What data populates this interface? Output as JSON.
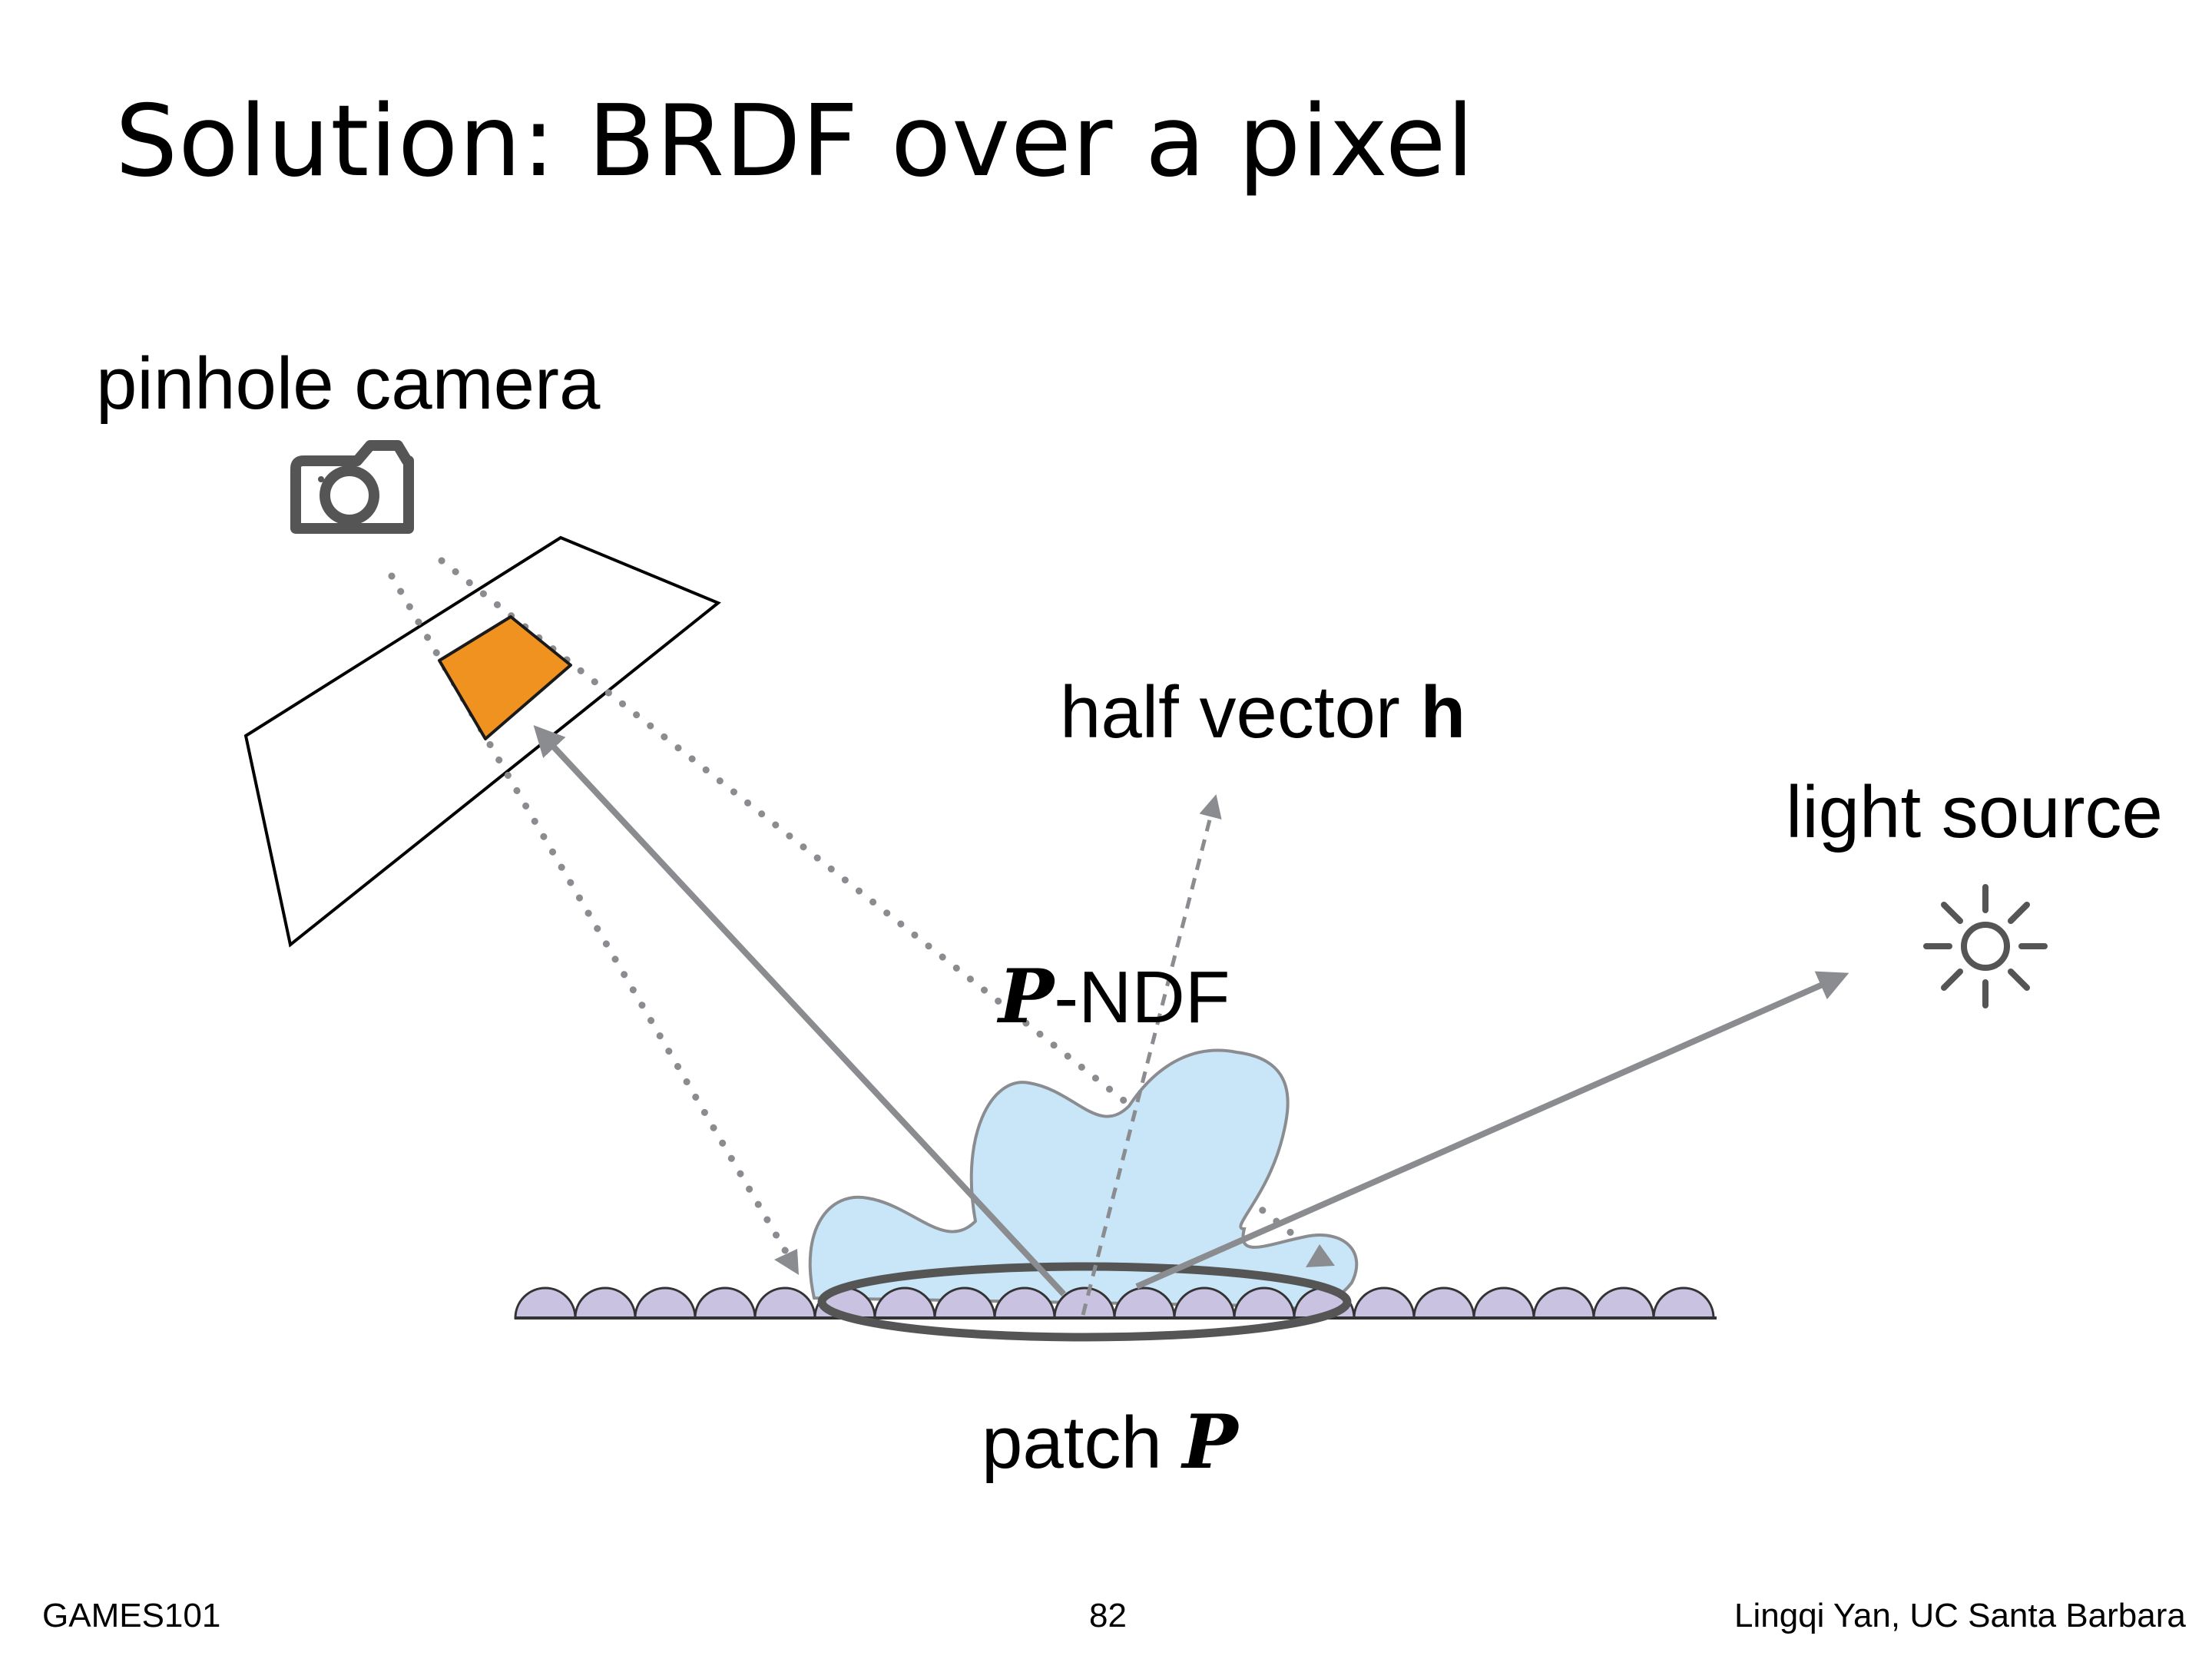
{
  "slide": {
    "title": "Solution: BRDF over a pixel"
  },
  "labels": {
    "camera": "pinhole camera",
    "half_vector_text": "half vector ",
    "half_vector_symbol": "h",
    "light": "light source",
    "ndf_symbol": "P",
    "ndf_text": "-NDF",
    "patch_text": "patch ",
    "patch_symbol": "P"
  },
  "footer": {
    "left": "GAMES101",
    "page": "82",
    "right": "Lingqi Yan, UC Santa Barbara"
  },
  "icons": {
    "camera": "camera-icon",
    "light": "sun-icon"
  },
  "colors": {
    "pixel_fill": "#f0921f",
    "ndf_fill": "#c8e6f8",
    "microfacet_fill": "#c9c2e0",
    "ray_gray": "#8a8c90",
    "icon_gray": "#555555"
  }
}
